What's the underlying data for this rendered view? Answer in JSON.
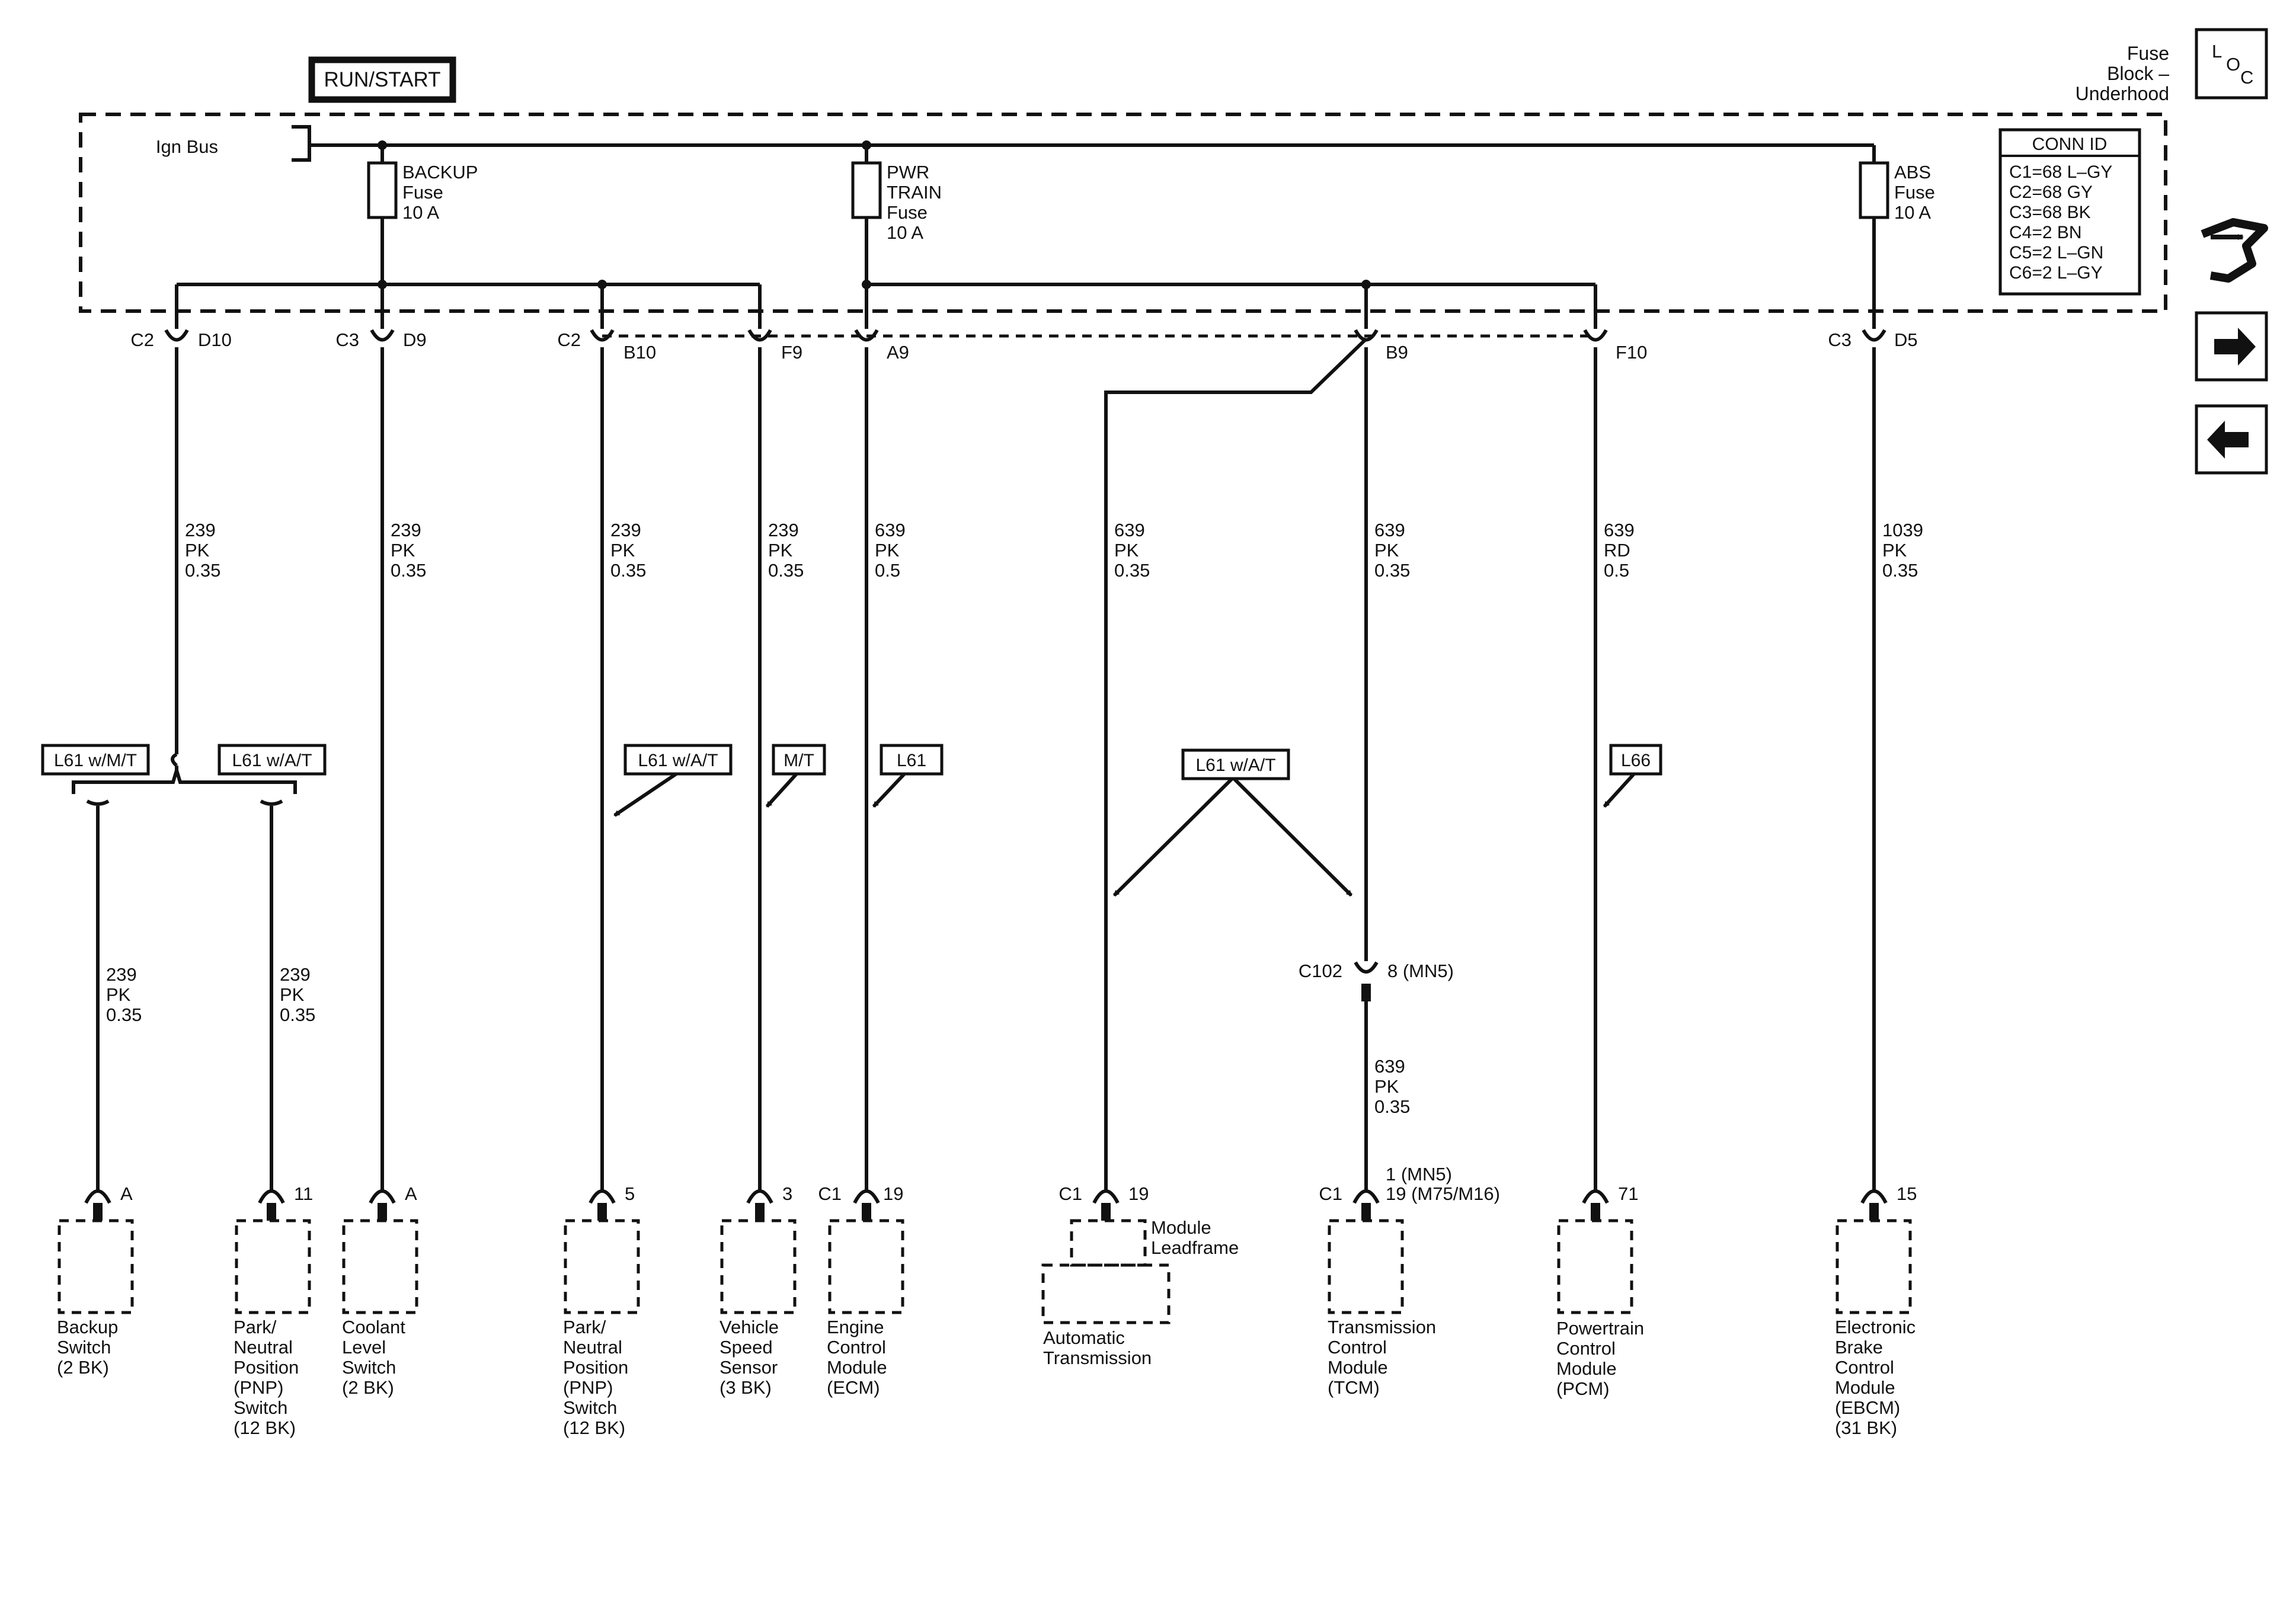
{
  "run_start": "RUN/START",
  "fuse_block": [
    "Fuse",
    "Block –",
    "Underhood"
  ],
  "ign_bus": "Ign Bus",
  "fuses": [
    {
      "lines": [
        "BACKUP",
        "Fuse",
        "10 A"
      ]
    },
    {
      "lines": [
        "PWR",
        "TRAIN",
        "Fuse",
        "10 A"
      ]
    },
    {
      "lines": [
        "ABS",
        "Fuse",
        "10 A"
      ]
    }
  ],
  "conn_id": {
    "title": "CONN ID",
    "rows": [
      "C1=68 L–GY",
      "C2=68 GY",
      "C3=68 BK",
      "C4=2 BN",
      "C5=2 L–GN",
      "C6=2 L–GY"
    ]
  },
  "loc_letters": [
    "L",
    "O",
    "C"
  ],
  "fuse_pins": [
    {
      "conn": "C2",
      "pin": "D10"
    },
    {
      "conn": "C3",
      "pin": "D9"
    },
    {
      "conn": "C2",
      "pin": "B10"
    },
    {
      "conn": "",
      "pin": "F9"
    },
    {
      "conn": "",
      "pin": "A9"
    },
    {
      "conn": "",
      "pin": "B9"
    },
    {
      "conn": "",
      "pin": "F10"
    },
    {
      "conn": "C3",
      "pin": "D5"
    }
  ],
  "wires": [
    {
      "lines": [
        "239",
        "PK",
        "0.35"
      ]
    },
    {
      "lines": [
        "239",
        "PK",
        "0.35"
      ]
    },
    {
      "lines": [
        "239",
        "PK",
        "0.35"
      ]
    },
    {
      "lines": [
        "239",
        "PK",
        "0.35"
      ]
    },
    {
      "lines": [
        "639",
        "PK",
        "0.5"
      ]
    },
    {
      "lines": [
        "639",
        "PK",
        "0.35"
      ]
    },
    {
      "lines": [
        "639",
        "PK",
        "0.35"
      ]
    },
    {
      "lines": [
        "639",
        "RD",
        "0.5"
      ]
    },
    {
      "lines": [
        "1039",
        "PK",
        "0.35"
      ]
    },
    {
      "lines": [
        "239",
        "PK",
        "0.35"
      ]
    },
    {
      "lines": [
        "239",
        "PK",
        "0.35"
      ]
    },
    {
      "lines": [
        "639",
        "PK",
        "0.35"
      ]
    }
  ],
  "options": [
    "L61 w/M/T",
    "L61 w/A/T",
    "L61 w/A/T",
    "M/T",
    "L61",
    "L61 w/A/T",
    "L66"
  ],
  "inline_connector": {
    "name": "C102",
    "pin": "8 (MN5)"
  },
  "component_pins": [
    {
      "conn": "",
      "pin": "A"
    },
    {
      "conn": "",
      "pin": "11"
    },
    {
      "conn": "",
      "pin": "A"
    },
    {
      "conn": "",
      "pin": "5"
    },
    {
      "conn": "",
      "pin": "3"
    },
    {
      "conn": "C1",
      "pin": "19"
    },
    {
      "conn": "C1",
      "pin": "19"
    },
    {
      "conn": "C1",
      "pin": "19 (M75/M16)"
    },
    {
      "conn": "",
      "pin": "71"
    },
    {
      "conn": "",
      "pin": "15"
    }
  ],
  "tcm_alt_pin": "1 (MN5)",
  "module_leadframe": [
    "Module",
    "Leadframe"
  ],
  "components": [
    {
      "lines": [
        "Backup",
        "Switch",
        "(2 BK)"
      ]
    },
    {
      "lines": [
        "Park/",
        "Neutral",
        "Position",
        "(PNP)",
        "Switch",
        "(12 BK)"
      ]
    },
    {
      "lines": [
        "Coolant",
        "Level",
        "Switch",
        "(2 BK)"
      ]
    },
    {
      "lines": [
        "Park/",
        "Neutral",
        "Position",
        "(PNP)",
        "Switch",
        "(12 BK)"
      ]
    },
    {
      "lines": [
        "Vehicle",
        "Speed",
        "Sensor",
        "(3 BK)"
      ]
    },
    {
      "lines": [
        "Engine",
        "Control",
        "Module",
        "(ECM)"
      ]
    },
    {
      "lines": [
        "Automatic",
        "Transmission"
      ]
    },
    {
      "lines": [
        "Transmission",
        "Control",
        "Module",
        "(TCM)"
      ]
    },
    {
      "lines": [
        "Powertrain",
        "Control",
        "Module",
        "(PCM)"
      ]
    },
    {
      "lines": [
        "Electronic",
        "Brake",
        "Control",
        "Module",
        "(EBCM)",
        "(31 BK)"
      ]
    }
  ]
}
